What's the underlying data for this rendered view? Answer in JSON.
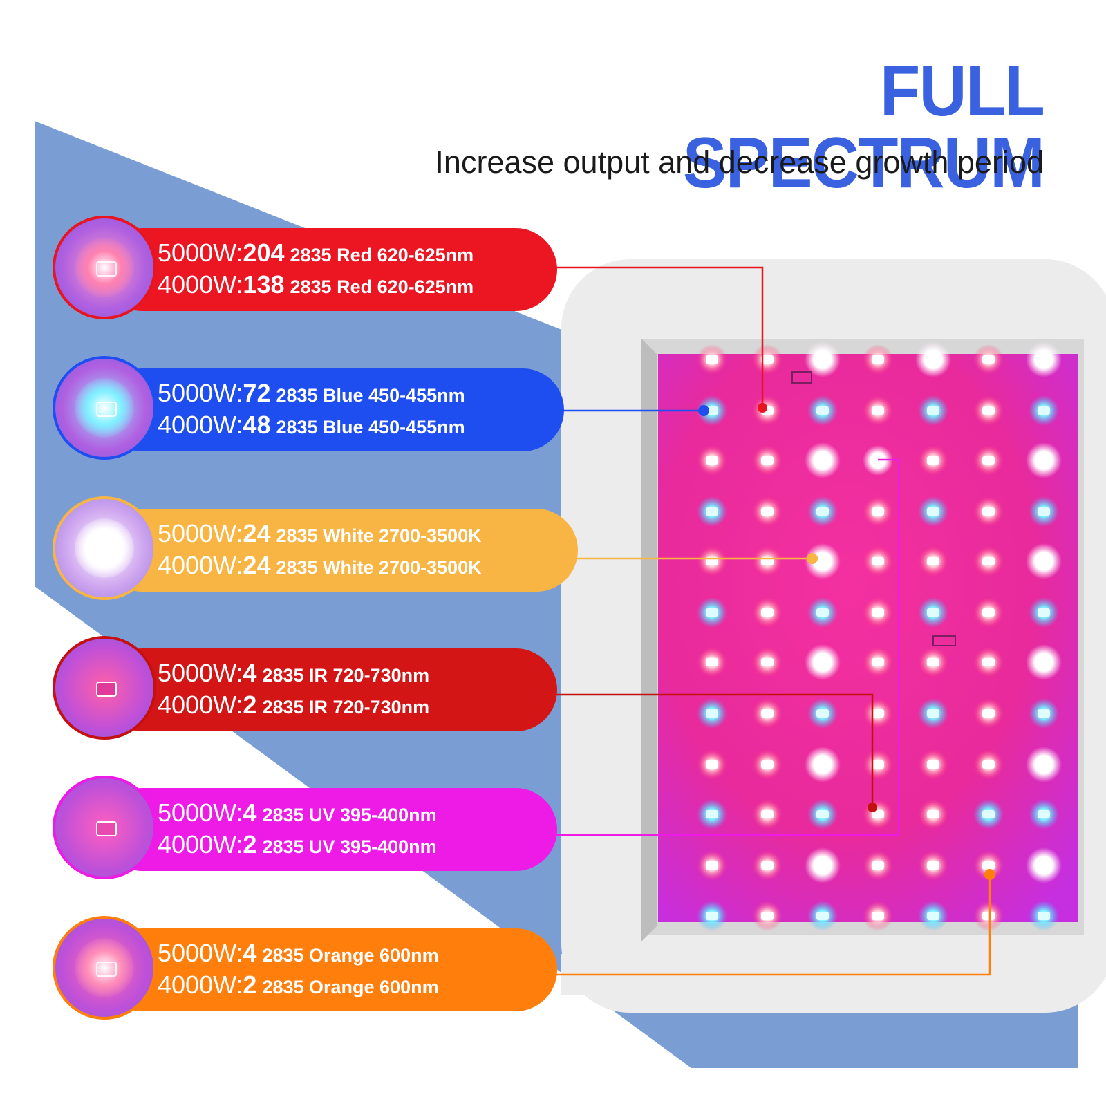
{
  "title": "FULL SPECTRUM",
  "subtitle": "Increase output and decrease growth period",
  "colors": {
    "title_blue": "#3a62e0",
    "background_blue": "#7a9ed3",
    "red": "#e8141f",
    "blue": "#1f4ef0",
    "white_amber": "#f8b544",
    "ir_red": "#d01616",
    "uv_magenta": "#ee1ae6",
    "orange": "#ff7e0c"
  },
  "led_types": [
    {
      "name": "red",
      "color": "#ec1622",
      "rows": [
        {
          "label": "5000W:",
          "count": "204",
          "desc": "2835 Red 620-625nm"
        },
        {
          "label": "4000W:",
          "count": "138",
          "desc": "2835 Red 620-625nm"
        }
      ]
    },
    {
      "name": "blue",
      "color": "#1f4ef0",
      "rows": [
        {
          "label": "5000W:",
          "count": "72",
          "desc": "2835 Blue 450-455nm"
        },
        {
          "label": "4000W:",
          "count": "48",
          "desc": "2835 Blue 450-455nm"
        }
      ]
    },
    {
      "name": "white",
      "color": "#f8b544",
      "rows": [
        {
          "label": "5000W:",
          "count": "24",
          "desc": "2835 White 2700-3500K"
        },
        {
          "label": "4000W:",
          "count": "24",
          "desc": "2835 White 2700-3500K"
        }
      ]
    },
    {
      "name": "ir",
      "color": "#d41515",
      "rows": [
        {
          "label": "5000W:",
          "count": "4",
          "desc": "2835 IR 720-730nm"
        },
        {
          "label": "4000W:",
          "count": "2",
          "desc": "2835 IR 720-730nm"
        }
      ]
    },
    {
      "name": "uv",
      "color": "#ee1ae6",
      "rows": [
        {
          "label": "5000W:",
          "count": "4",
          "desc": "2835 UV 395-400nm"
        },
        {
          "label": "4000W:",
          "count": "2",
          "desc": "2835 UV 395-400nm"
        }
      ]
    },
    {
      "name": "orange",
      "color": "#ff7e0c",
      "rows": [
        {
          "label": "5000W:",
          "count": "4",
          "desc": "2835 Orange 600nm"
        },
        {
          "label": "4000W:",
          "count": "2",
          "desc": "2835 Orange 600nm"
        }
      ]
    }
  ]
}
